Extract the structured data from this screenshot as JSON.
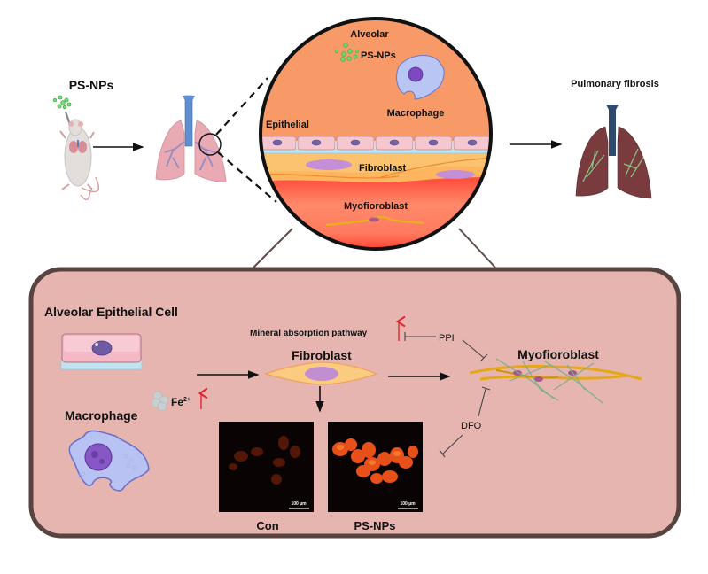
{
  "top": {
    "mouse_label": "PS-NPs",
    "pulmonary_fibrosis_label": "Pulmonary fibrosis",
    "zoom_circle": {
      "alveolar_label": "Alveolar",
      "psnps_label": "PS-NPs",
      "macrophage_label": "Macrophage",
      "epithelial_label": "Epithelial",
      "fibroblast_label": "Fibroblast",
      "myofibroblast_label": "Myofioroblast"
    }
  },
  "panel": {
    "alveolar_epithelial_label": "Alveolar Epithelial Cell",
    "macrophage_label": "Macrophage",
    "fe_label": "Fe",
    "fe_superscript": "2+",
    "fibroblast_label": "Fibroblast",
    "mineral_pathway_label": "Mineral absorption pathway",
    "ppi_label": "PPI",
    "dfo_label": "DFO",
    "myofibroblast_label": "Myofioroblast",
    "micrographs": [
      {
        "caption": "Con",
        "scale_bar": "100 µm"
      },
      {
        "caption": "PS-NPs",
        "scale_bar": "100 µm"
      }
    ]
  },
  "colors": {
    "panel_fill": "#e6b5b0",
    "panel_border": "#574440",
    "circle_orange": "#f79a67",
    "up_arrow_red": "#e8222a",
    "particle_green": "#6fd66f"
  }
}
